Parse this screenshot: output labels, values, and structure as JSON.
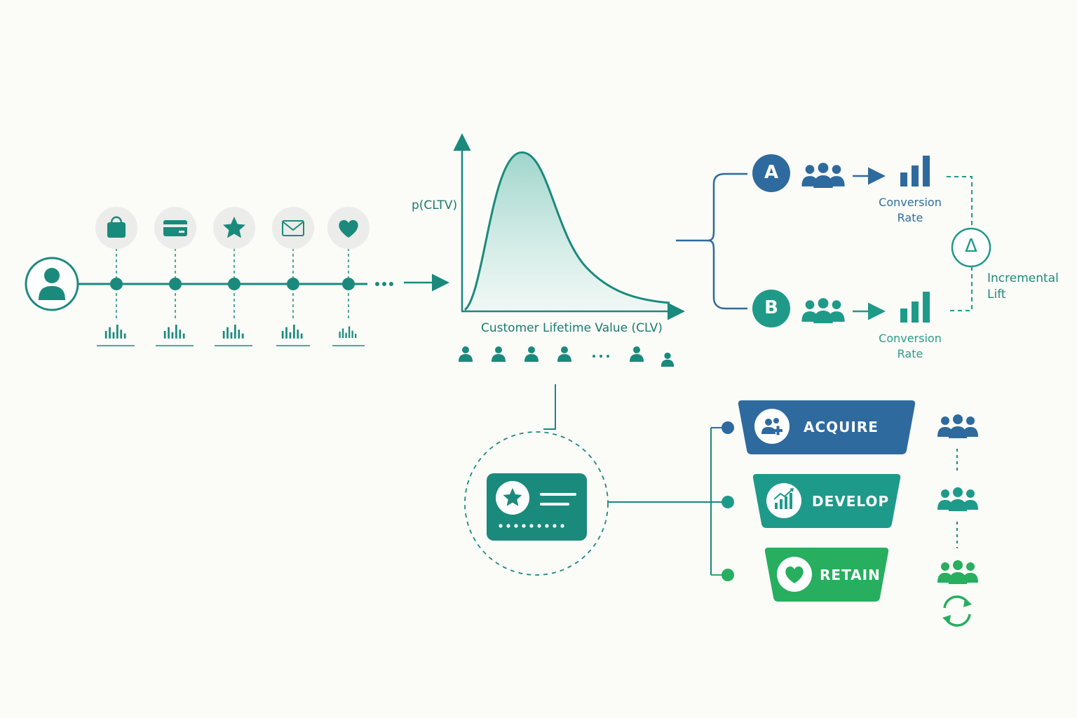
{
  "clv_chart": {
    "y_axis_label": "p(CLTV)",
    "x_axis_label": "Customer Lifetime Value (CLV)"
  },
  "journey": {
    "touchpoint_icons": [
      "shopping-bag-icon",
      "credit-card-icon",
      "star-icon",
      "mail-icon",
      "heart-icon"
    ],
    "continuation": "..."
  },
  "ab_test": {
    "variant_a": {
      "badge": "A",
      "metric_line1": "Conversion",
      "metric_line2": "Rate"
    },
    "variant_b": {
      "badge": "B",
      "metric_line1": "Conversion",
      "metric_line2": "Rate"
    },
    "delta_symbol": "Δ",
    "lift_line1": "Incremental",
    "lift_line2": "Lift"
  },
  "lifecycle": {
    "stages": [
      {
        "label": "ACQUIRE",
        "color": "#2e6a9e",
        "icon": "user-add-icon"
      },
      {
        "label": "DEVELOP",
        "color": "#1e9a8b",
        "icon": "growth-chart-icon"
      },
      {
        "label": "RETAIN",
        "color": "#27ae5f",
        "icon": "heart-icon"
      }
    ]
  },
  "colors": {
    "teal": "#1a8a7c",
    "blue": "#2e6a9e",
    "green": "#27ae5f",
    "background": "#fbfbf8"
  }
}
